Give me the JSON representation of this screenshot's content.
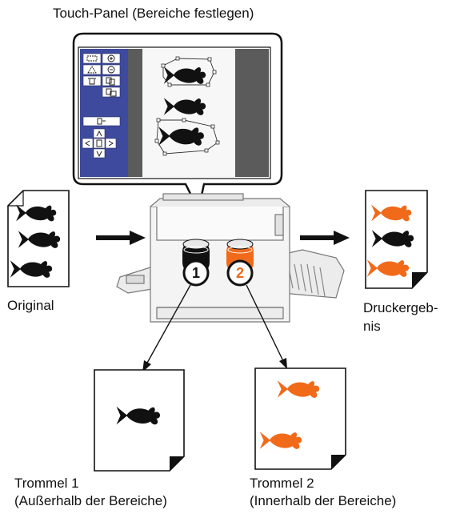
{
  "labels": {
    "touch_panel": "Touch-Panel (Bereiche festlegen)",
    "original": "Original",
    "result_line1": "Druckergeb-",
    "result_line2": "nis",
    "drum1_title": "Trommel 1",
    "drum1_sub": "(Außerhalb der Bereiche)",
    "drum2_title": "Trommel 2",
    "drum2_sub": "(Innerhalb der Bereiche)"
  },
  "drums": [
    {
      "number": "1",
      "color": "#111111"
    },
    {
      "number": "2",
      "color": "#f06a1a"
    }
  ],
  "colors": {
    "panel_blue": "#3d4a9e",
    "accent_orange": "#f06a1a",
    "ink_black": "#111111"
  },
  "icons": [
    "select-rect-icon",
    "zoom-in-icon",
    "select-polygon-icon",
    "zoom-out-icon",
    "delete-icon",
    "copy-icon",
    "paste-icon",
    "confirm-icon",
    "arrow-up-icon",
    "arrow-left-icon",
    "page-icon",
    "arrow-right-icon",
    "arrow-down-icon"
  ]
}
